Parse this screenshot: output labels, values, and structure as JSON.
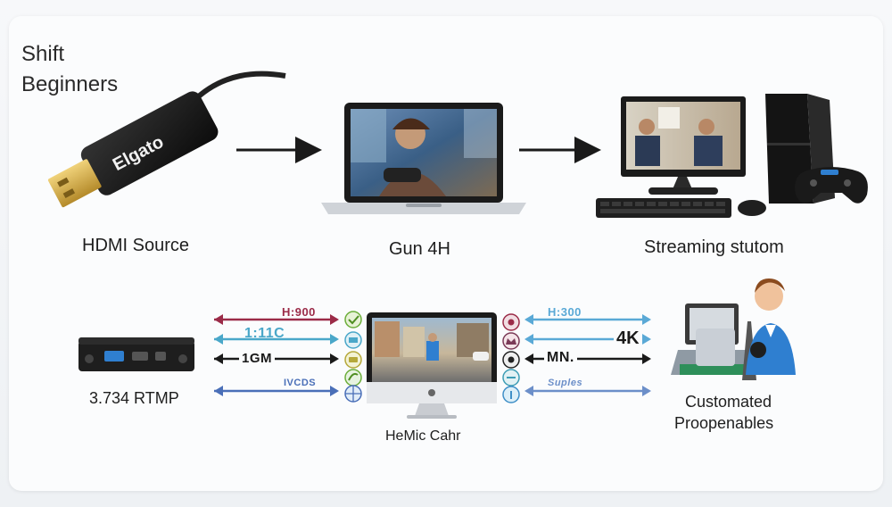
{
  "title": {
    "line1": "Shift",
    "line2": "Beginners"
  },
  "top_row": {
    "usb_brand": "Elgato",
    "source_label": "HDMI Source",
    "laptop_label": "Gun 4H",
    "station_label": "Streaming stutom"
  },
  "bottom_row": {
    "device_label": "3.734 RTMP",
    "imac_label": "HeMic Cahr",
    "person_label_line1": "Customated",
    "person_label_line2": "Proopenables",
    "left_arrows": [
      {
        "label": "H:900",
        "color": "#9b2b48"
      },
      {
        "label": "1:11C",
        "color": "#4aa7c9"
      },
      {
        "label": "1GM",
        "color": "#1a1a1a"
      },
      {
        "label": "IVCDS",
        "color": "#4a6fb8"
      }
    ],
    "right_arrows": [
      {
        "label": "H:300",
        "color": "#5aa9d6"
      },
      {
        "label": "4K",
        "color": "#1a1a1a"
      },
      {
        "label": "MN.",
        "color": "#1a1a1a"
      },
      {
        "label": "Suples",
        "color": "#6c8fc9"
      }
    ]
  },
  "colors": {
    "arrow_dark": "#1a1a1a",
    "usb_body": "#151515",
    "usb_plug": "#d9b24a",
    "screen_frame": "#1b1b1b",
    "shirt_blue": "#2f7fd0"
  }
}
